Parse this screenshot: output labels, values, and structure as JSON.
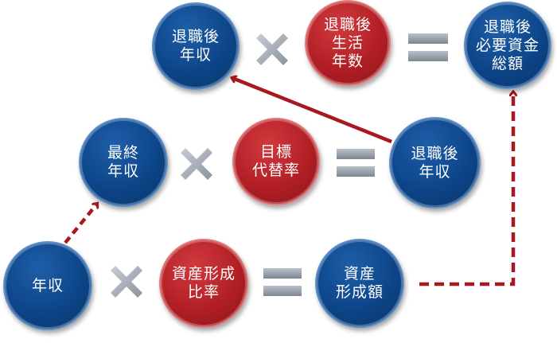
{
  "diagram": {
    "title": "",
    "colors": {
      "blue_node": "#0d4589",
      "red_node": "#b11f25",
      "operator": "#9aa2ac",
      "arrow": "#a8191f"
    },
    "rows": [
      {
        "id": "retirement-total",
        "input_a": {
          "lines": [
            "退職後",
            "年収"
          ],
          "color": "blue"
        },
        "operator_1": "×",
        "input_b": {
          "lines": [
            "退職後",
            "生活",
            "年数"
          ],
          "color": "red"
        },
        "operator_2": "=",
        "result": {
          "lines": [
            "退職後",
            "必要資金",
            "総額"
          ],
          "color": "blue"
        }
      },
      {
        "id": "retirement-income",
        "input_a": {
          "lines": [
            "最終",
            "年収"
          ],
          "color": "blue"
        },
        "operator_1": "×",
        "input_b": {
          "lines": [
            "目標",
            "代替率"
          ],
          "color": "red"
        },
        "operator_2": "=",
        "result": {
          "lines": [
            "退職後",
            "年収"
          ],
          "color": "blue"
        }
      },
      {
        "id": "asset-formation",
        "input_a": {
          "lines": [
            "年収"
          ],
          "color": "blue"
        },
        "operator_1": "×",
        "input_b": {
          "lines": [
            "資産形成",
            "比率"
          ],
          "color": "red"
        },
        "operator_2": "=",
        "result": {
          "lines": [
            "資産",
            "形成額"
          ],
          "color": "blue"
        }
      }
    ],
    "connectors": [
      {
        "from": "年収",
        "to": "最終年収",
        "style": "dashed"
      },
      {
        "from": "退職後年収 (middle)",
        "to": "退職後年収 (top)",
        "style": "solid"
      },
      {
        "from": "資産形成額",
        "to": "退職後必要資金総額",
        "style": "dashed-elbow"
      }
    ]
  }
}
